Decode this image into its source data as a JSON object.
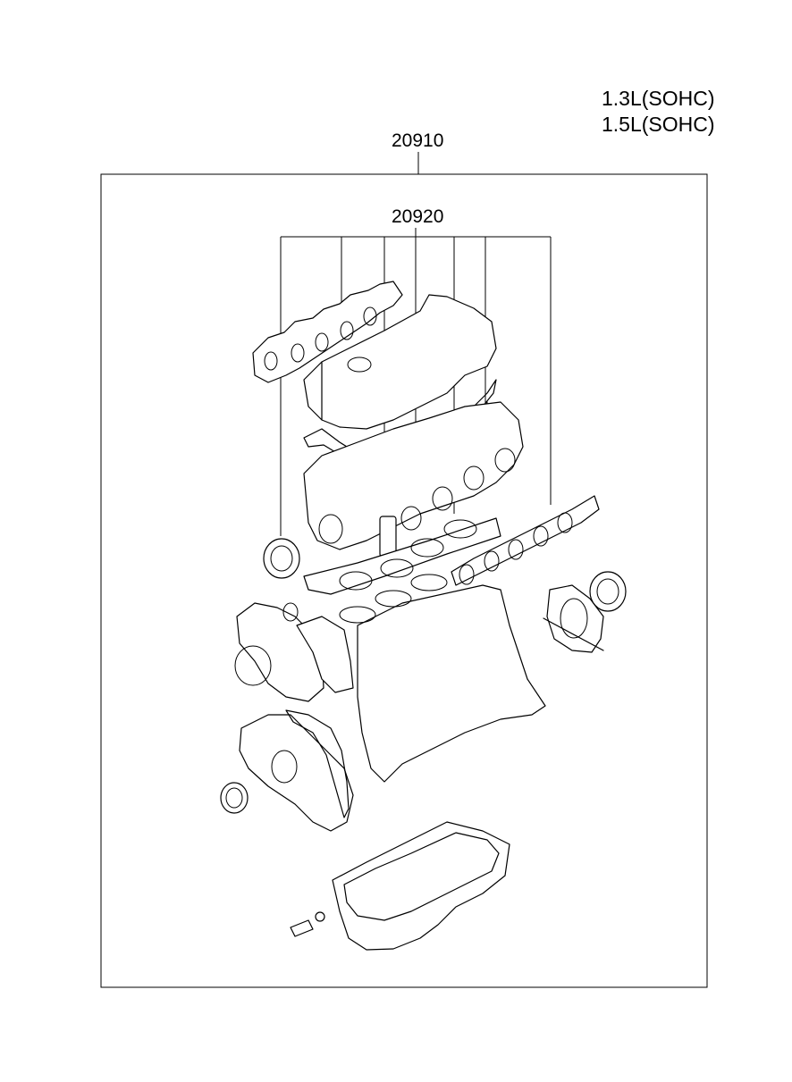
{
  "variants": [
    "1.3L(SOHC)",
    "1.5L(SOHC)"
  ],
  "callouts": {
    "outer_kit": "20910",
    "inner_kit": "20920"
  }
}
